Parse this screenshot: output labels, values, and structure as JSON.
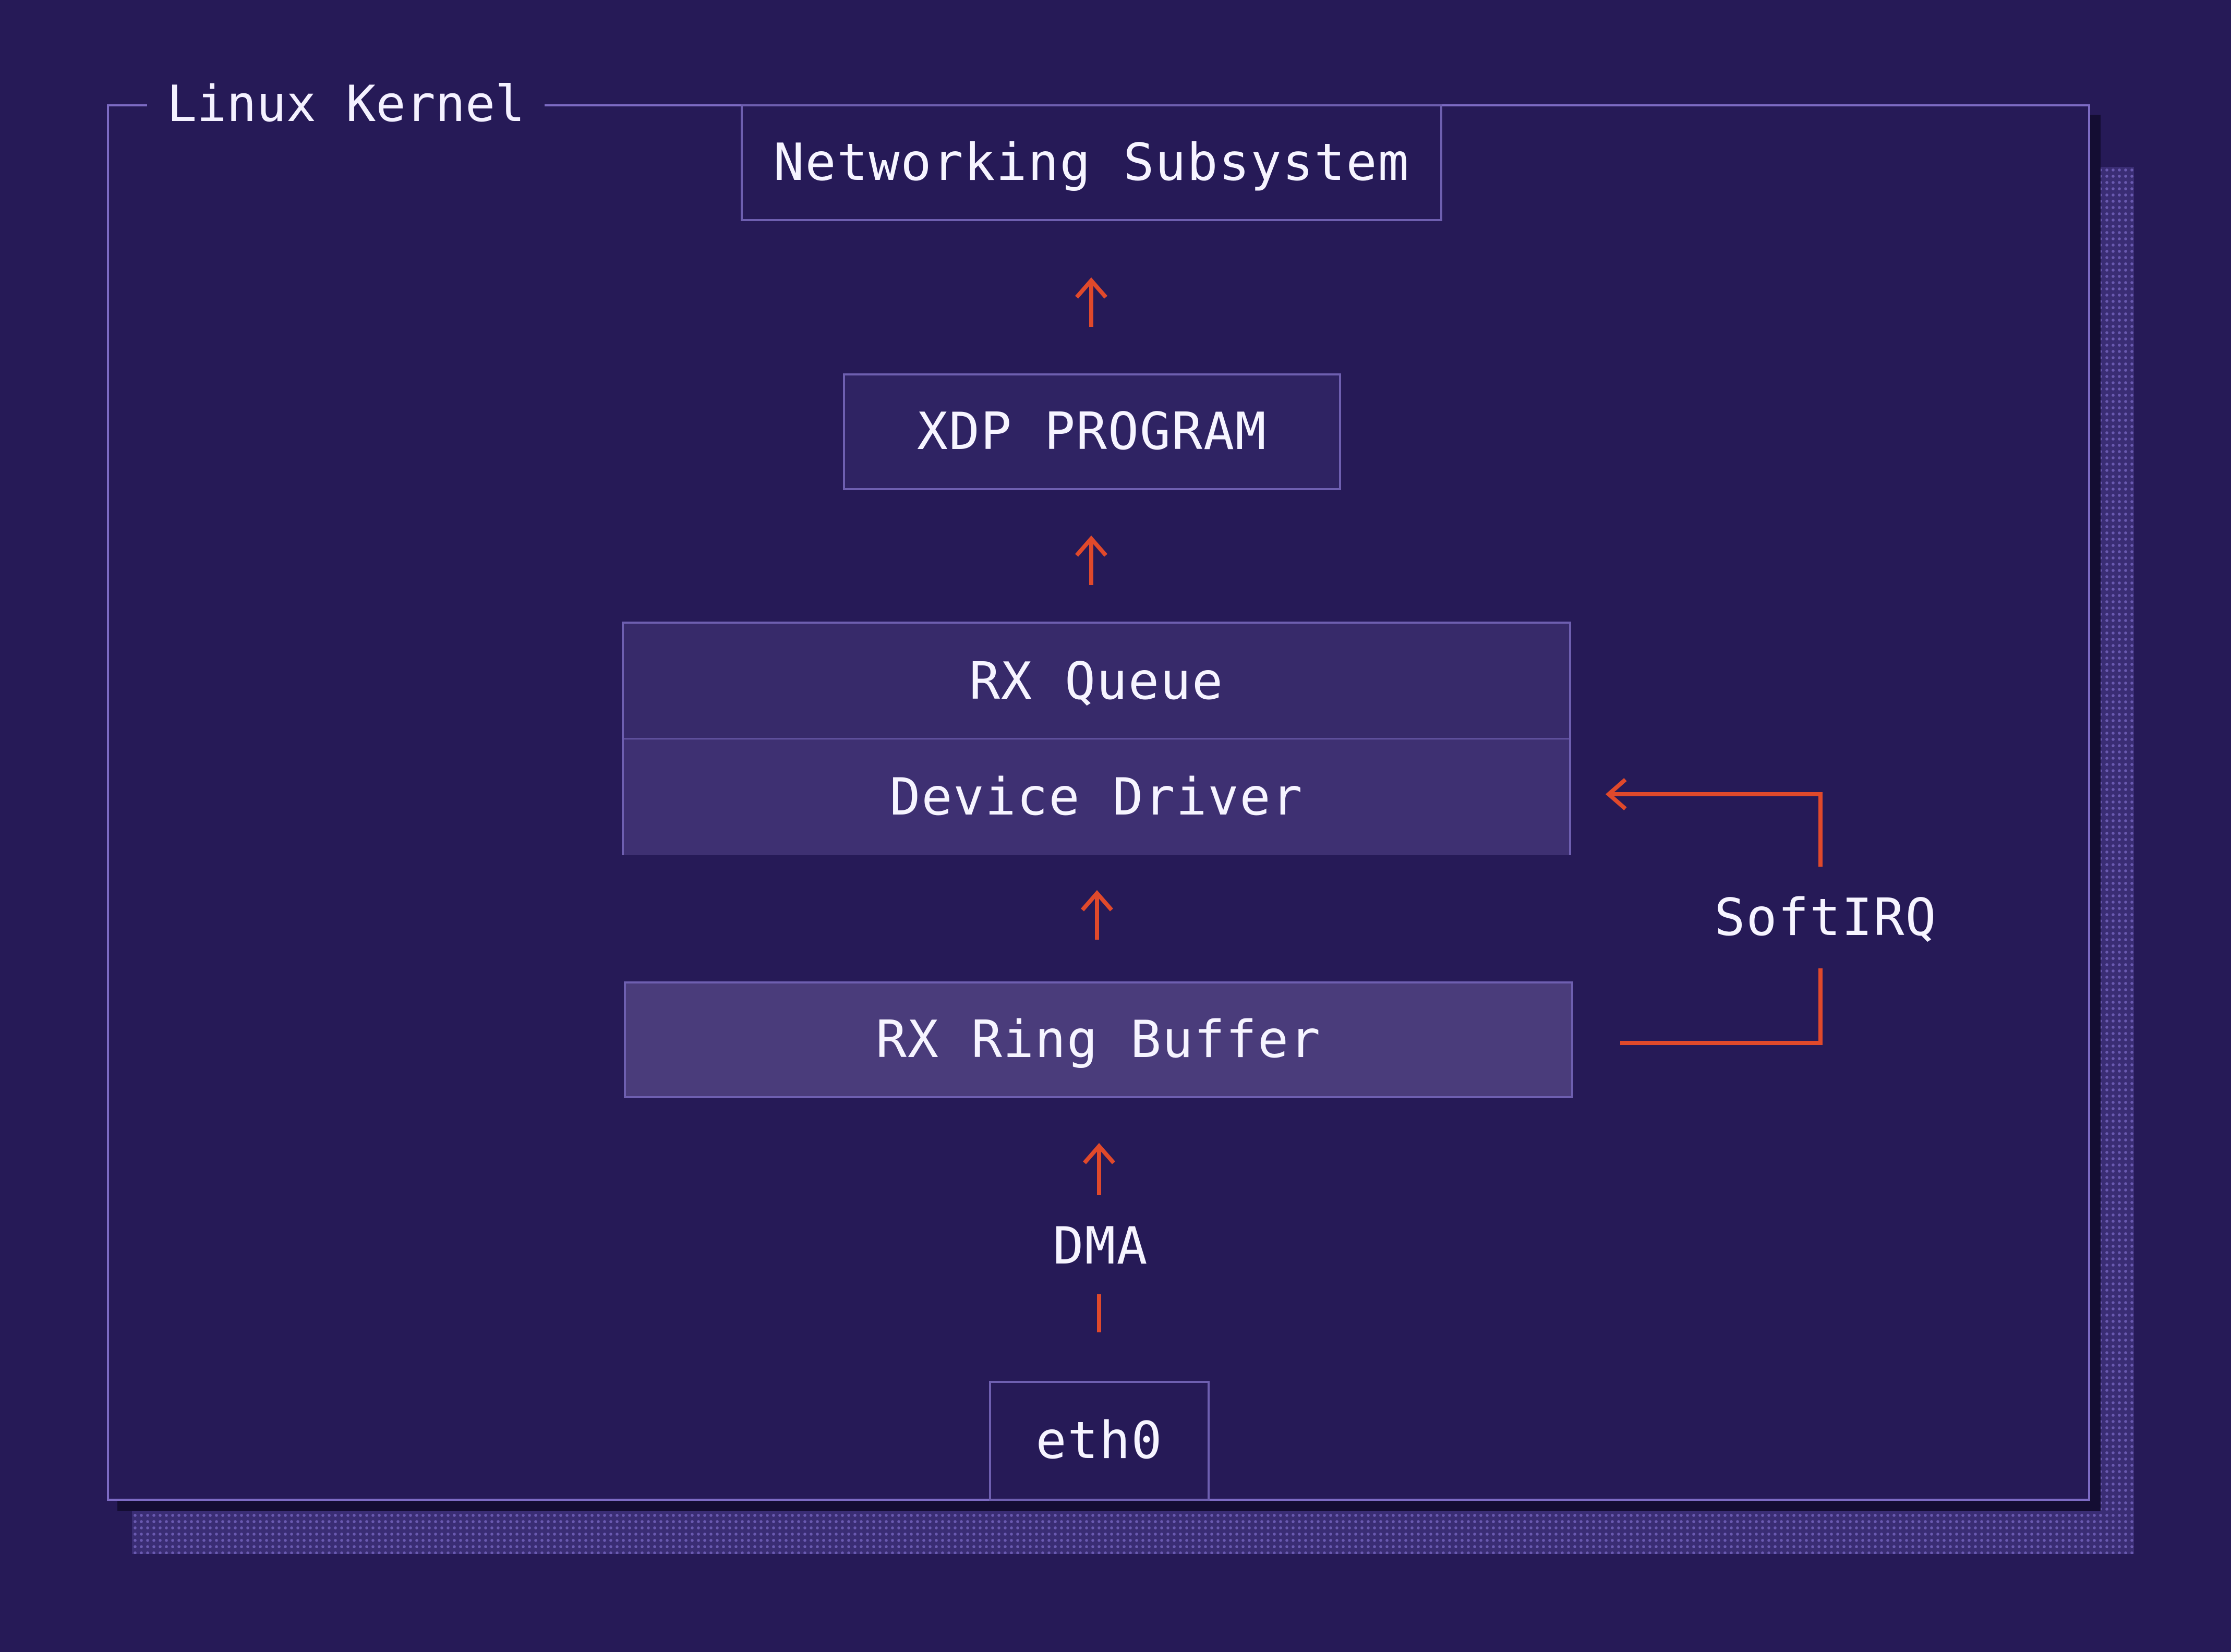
{
  "diagram": {
    "container_label": "Linux Kernel",
    "nodes": {
      "networking_subsystem": "Networking Subsystem",
      "xdp_program": "XDP PROGRAM",
      "rx_queue": "RX Queue",
      "device_driver": "Device Driver",
      "rx_ring_buffer": "RX Ring Buffer",
      "eth0": "eth0"
    },
    "edge_labels": {
      "dma": "DMA",
      "softirq": "SoftIRQ"
    },
    "flow": [
      [
        "eth0",
        "rx_ring_buffer"
      ],
      [
        "rx_ring_buffer",
        "device_driver"
      ],
      [
        "rx_ring_buffer",
        "device_driver"
      ],
      [
        "rx_queue",
        "xdp_program"
      ],
      [
        "xdp_program",
        "networking_subsystem"
      ]
    ]
  },
  "colors": {
    "background": "#261a57",
    "arrow": "#e0492b",
    "box_border": "#6e5fb0",
    "frame_border": "#7d6bc4"
  }
}
